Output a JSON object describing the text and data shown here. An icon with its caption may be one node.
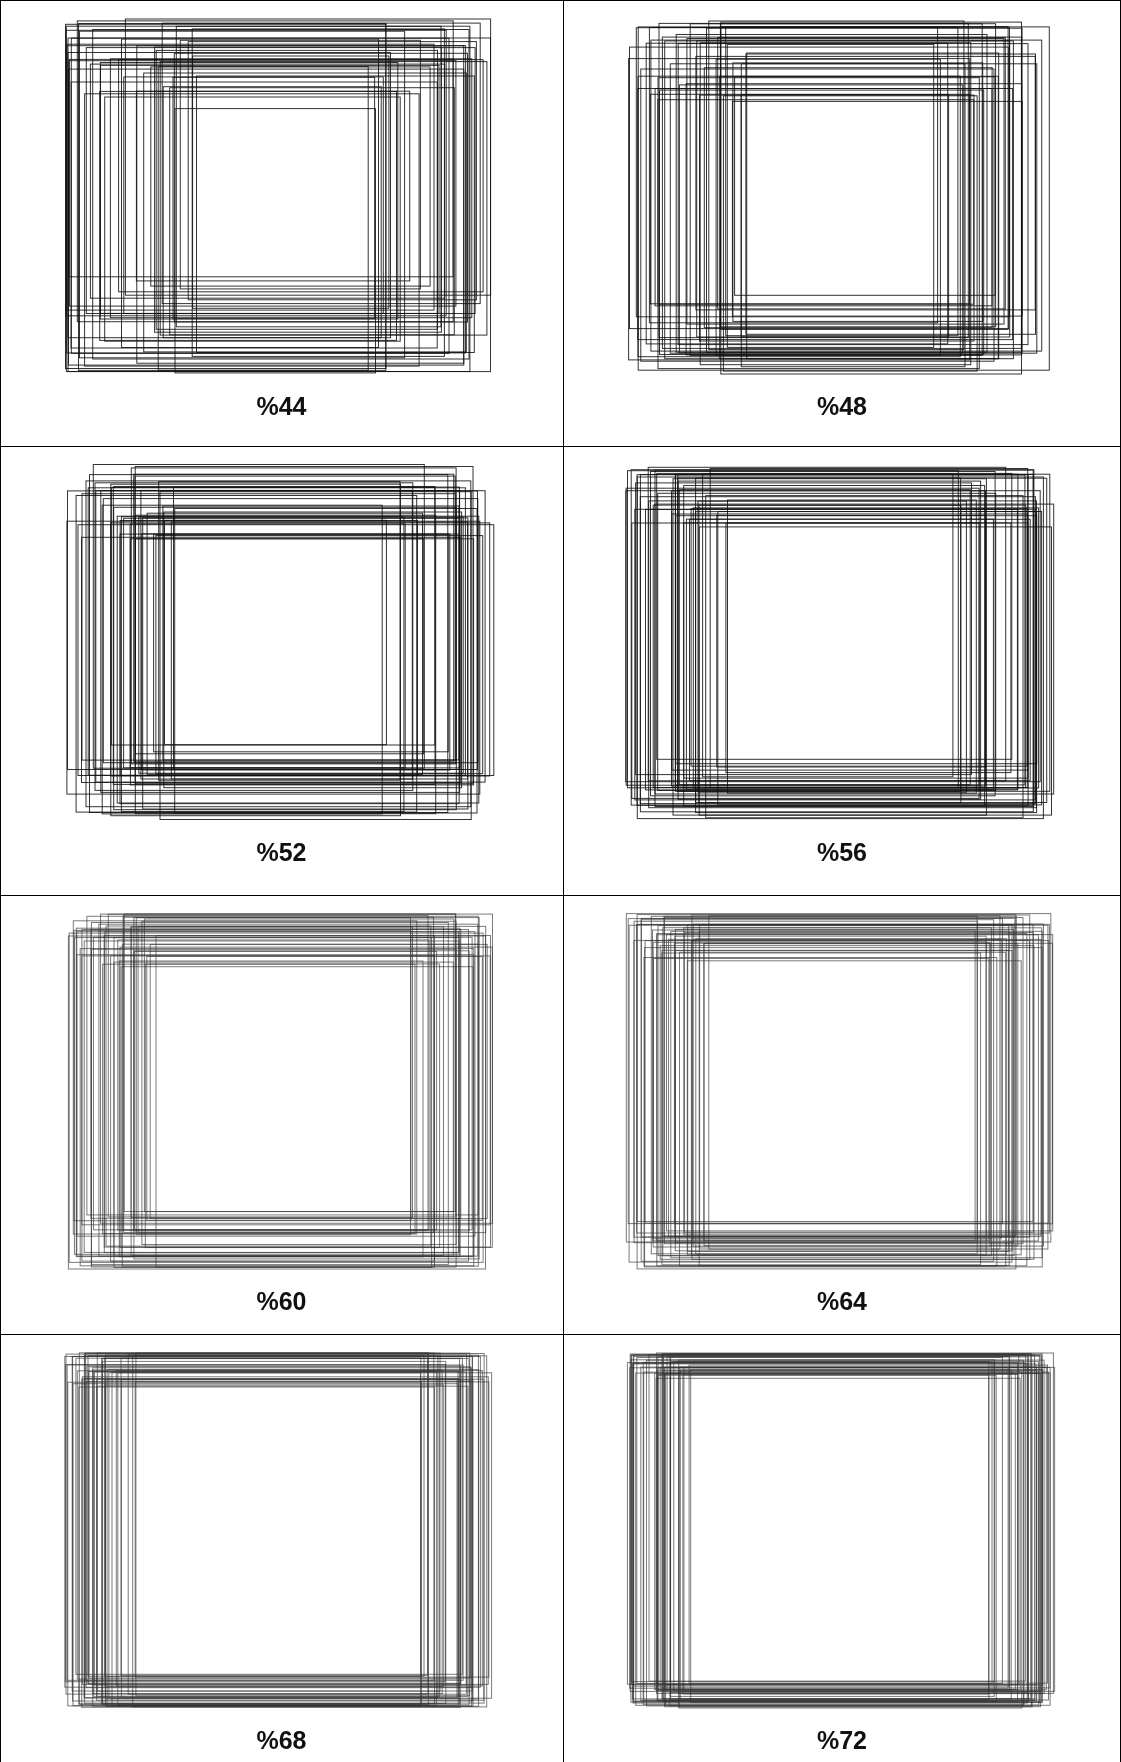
{
  "diagram": {
    "labels": [
      "%44",
      "%48",
      "%52",
      "%56",
      "%60",
      "%64",
      "%68",
      "%72"
    ]
  }
}
